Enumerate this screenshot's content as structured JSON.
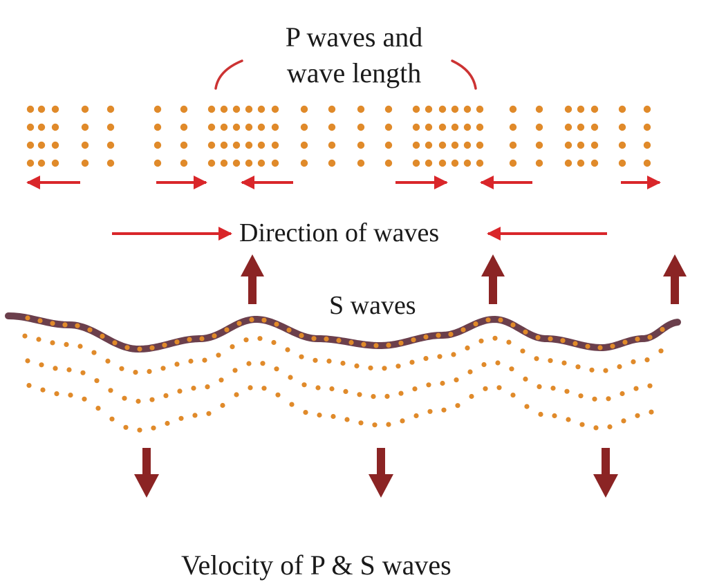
{
  "labels": {
    "p_waves_line1": "P waves and",
    "p_waves_line2": "wave length",
    "direction": "Direction of waves",
    "s_waves": "S waves",
    "velocity": "Velocity of P & S waves"
  },
  "colors": {
    "particle": "#e08a2a",
    "direction_arrow": "#d9262a",
    "force_arrow": "#8b2424",
    "s_wave_line": "#6b3f4c",
    "bracket": "#cc3333",
    "text": "#1a1a1a",
    "background": "#ffffff"
  }
}
